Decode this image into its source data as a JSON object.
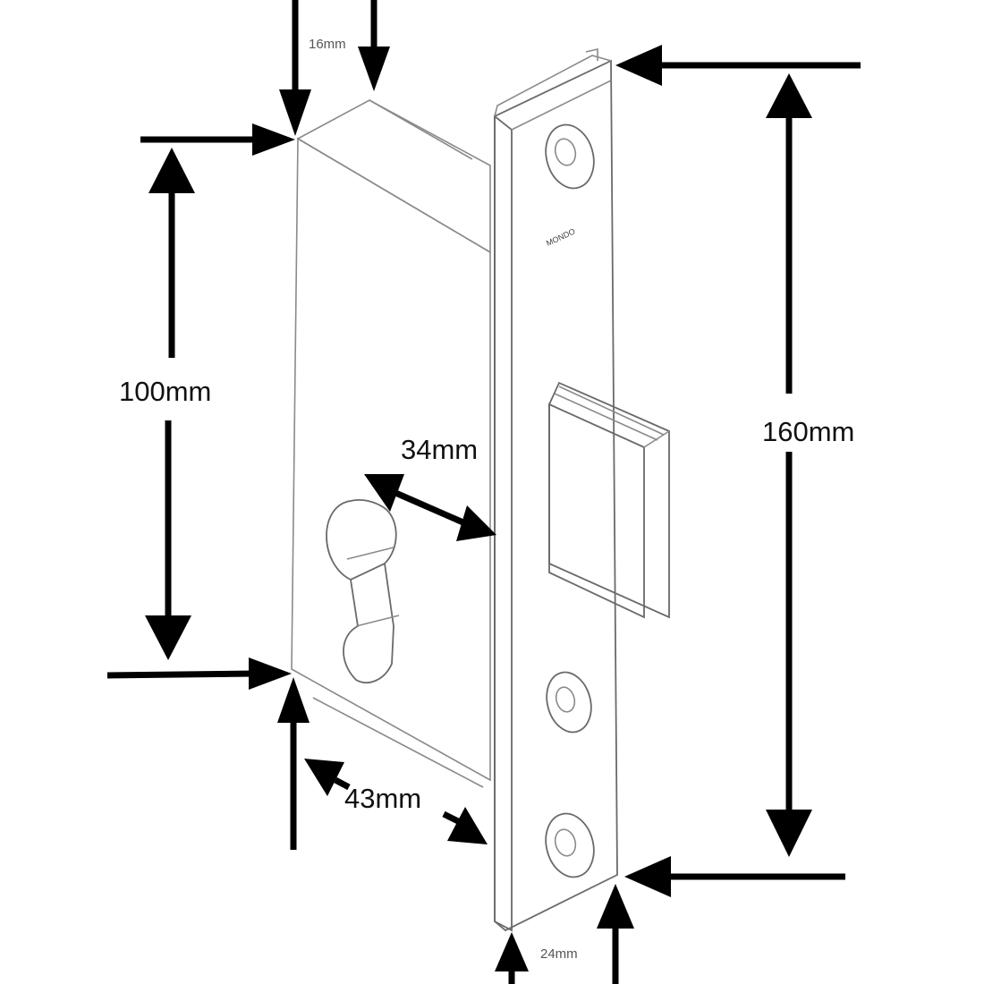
{
  "dimensions": {
    "backset_top": "16mm",
    "centres": "100mm",
    "backset": "34mm",
    "case_depth": "43mm",
    "faceplate_length": "160mm",
    "faceplate_width": "24mm"
  },
  "brand_text": "MONDO",
  "colors": {
    "arrow": "#000000",
    "outline": "#8a8a8a",
    "background": "#ffffff"
  }
}
